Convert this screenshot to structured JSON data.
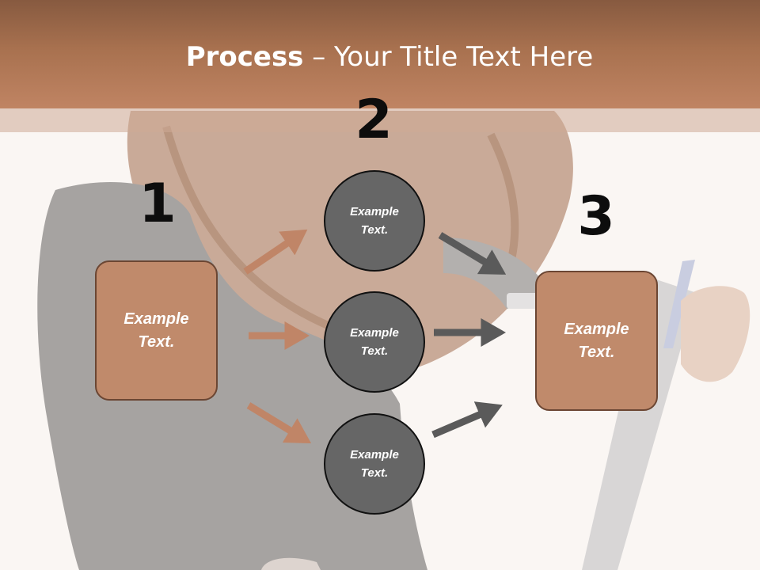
{
  "title": {
    "bold": "Process",
    "rest": " – Your Title Text Here"
  },
  "steps": {
    "one": "1",
    "two": "2",
    "three": "3"
  },
  "box_left": {
    "line1": "Example",
    "line2": "Text."
  },
  "box_right": {
    "line1": "Example",
    "line2": "Text."
  },
  "circles": [
    {
      "line1": "Example",
      "line2": "Text."
    },
    {
      "line1": "Example",
      "line2": "Text."
    },
    {
      "line1": "Example",
      "line2": "Text."
    }
  ],
  "colors": {
    "header": "#a8714f",
    "box_fill": "#c08a6b",
    "box_border": "#6b4633",
    "circle_fill": "#666666",
    "arrow_brown": "#c08567",
    "arrow_gray": "#5a5a5a"
  }
}
